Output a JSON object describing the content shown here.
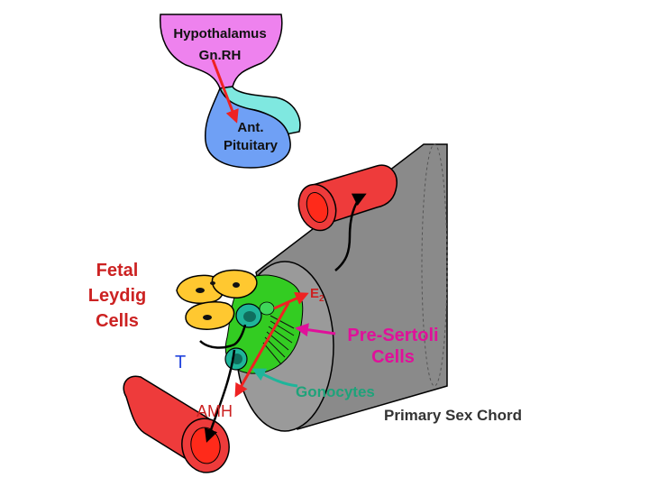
{
  "diagram": {
    "hypothalamus": {
      "line1": "Hypothalamus",
      "line2": "Gn.RH"
    },
    "pituitary": {
      "line1": "Ant.",
      "line2": "Pituitary"
    },
    "leydig": {
      "line1": "Fetal",
      "line2": "Leydig",
      "line3": "Cells"
    },
    "pre_sertoli": {
      "line1": "Pre-Sertoli",
      "line2": "Cells"
    },
    "e2": {
      "main": "E",
      "sub": "2"
    },
    "t": "T",
    "amh": "AMH",
    "gonocytes": "Gonocytes",
    "sex_chord": "Primary Sex Chord"
  },
  "colors": {
    "hypothalamus_fill": "#ee82ee",
    "pituitary_fill": "#6fa0f5",
    "stalk_fill": "#7fe8e0",
    "vessel_red": "#ee3b3b",
    "chord_gray": "#8a8a8a",
    "sertoli_green": "#33cc22",
    "leydig_yellow": "#ffc830",
    "gonocyte_teal": "#1fb59a",
    "label_red": "#cc2222",
    "label_magenta": "#e0109a",
    "label_blue": "#2244dd",
    "label_green": "#1ea37a",
    "arrow_red": "#ee2222"
  }
}
